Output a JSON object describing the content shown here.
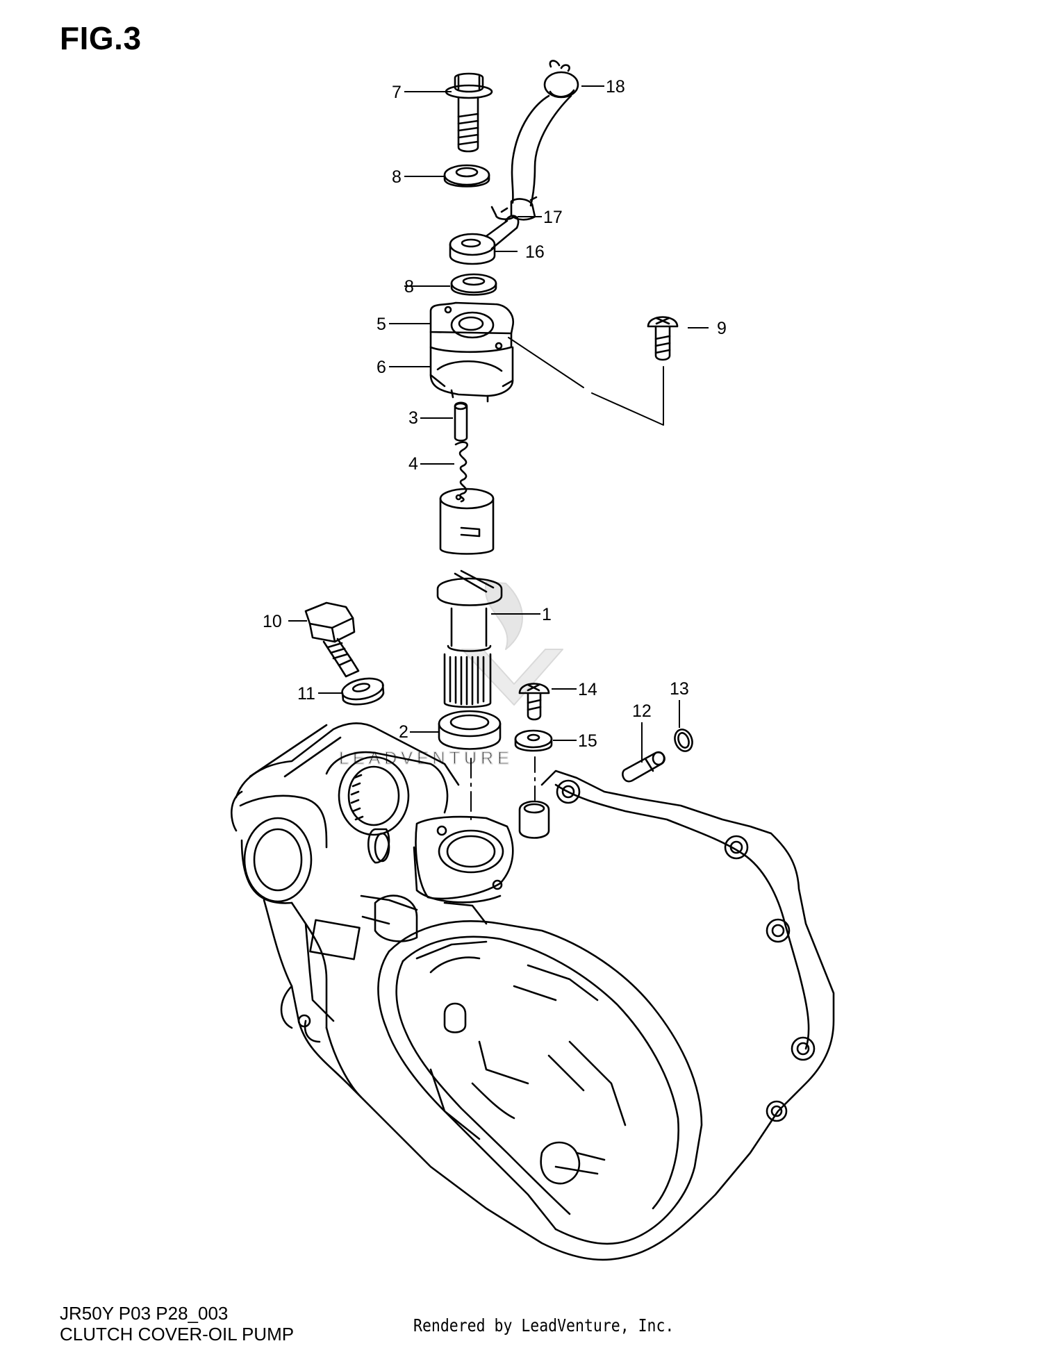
{
  "figure": {
    "title": "FIG.3",
    "model_code": "JR50Y P03 P28_003",
    "caption": "CLUTCH COVER-OIL PUMP",
    "credit": "Rendered by LeadVenture, Inc.",
    "watermark": "LEADVENTURE"
  },
  "callouts": [
    {
      "id": "1",
      "label": "1"
    },
    {
      "id": "2",
      "label": "2"
    },
    {
      "id": "3",
      "label": "3"
    },
    {
      "id": "4",
      "label": "4"
    },
    {
      "id": "5",
      "label": "5"
    },
    {
      "id": "6",
      "label": "6"
    },
    {
      "id": "7",
      "label": "7"
    },
    {
      "id": "8a",
      "label": "8"
    },
    {
      "id": "8b",
      "label": "8"
    },
    {
      "id": "9",
      "label": "9"
    },
    {
      "id": "10",
      "label": "10"
    },
    {
      "id": "11",
      "label": "11"
    },
    {
      "id": "12",
      "label": "12"
    },
    {
      "id": "13",
      "label": "13"
    },
    {
      "id": "14",
      "label": "14"
    },
    {
      "id": "15",
      "label": "15"
    },
    {
      "id": "16",
      "label": "16"
    },
    {
      "id": "17",
      "label": "17"
    },
    {
      "id": "18",
      "label": "18"
    }
  ],
  "colors": {
    "line": "#000000",
    "background": "#ffffff",
    "watermark": "#d9d9d9"
  }
}
